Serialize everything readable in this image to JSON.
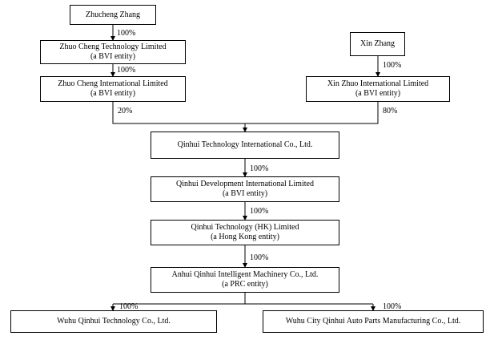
{
  "nodes": {
    "zhucheng_zhang": {
      "line1": "Zhucheng Zhang"
    },
    "xin_zhang": {
      "line1": "Xin Zhang"
    },
    "zhuo_cheng_technology": {
      "line1": "Zhuo Cheng Technology Limited",
      "line2": "(a BVI entity)"
    },
    "zhuo_cheng_international": {
      "line1": "Zhuo Cheng International Limited",
      "line2": "(a BVI entity)"
    },
    "xin_zhuo_international": {
      "line1": "Xin Zhuo International Limited",
      "line2": "(a BVI entity)"
    },
    "qinhui_technology_international": {
      "line1": "Qinhui Technology International Co., Ltd."
    },
    "qinhui_development_international": {
      "line1": "Qinhui Development International Limited",
      "line2": "(a BVI entity)"
    },
    "qinhui_technology_hk": {
      "line1": "Qinhui Technology (HK) Limited",
      "line2": "(a Hong Kong entity)"
    },
    "anhui_qinhui_intelligent": {
      "line1": "Anhui Qinhui Intelligent Machinery Co., Ltd.",
      "line2": "(a PRC entity)"
    },
    "wuhu_qinhui_technology": {
      "line1": "Wuhu Qinhui Technology Co., Ltd."
    },
    "wuhu_city_qinhui_auto": {
      "line1": "Wuhu City Qinhui Auto Parts Manufacturing Co., Ltd."
    }
  },
  "percentages": {
    "zhucheng_to_zhuo_cheng_technology": "100%",
    "zhuo_cheng_technology_to_international": "100%",
    "xin_zhang_to_xin_zhuo": "100%",
    "zhuo_cheng_international_to_qinhui": "20%",
    "xin_zhuo_to_qinhui": "80%",
    "qinhui_to_development": "100%",
    "development_to_hk": "100%",
    "hk_to_anhui": "100%",
    "anhui_to_wuhu_technology": "100%",
    "anhui_to_wuhu_city": "100%"
  }
}
